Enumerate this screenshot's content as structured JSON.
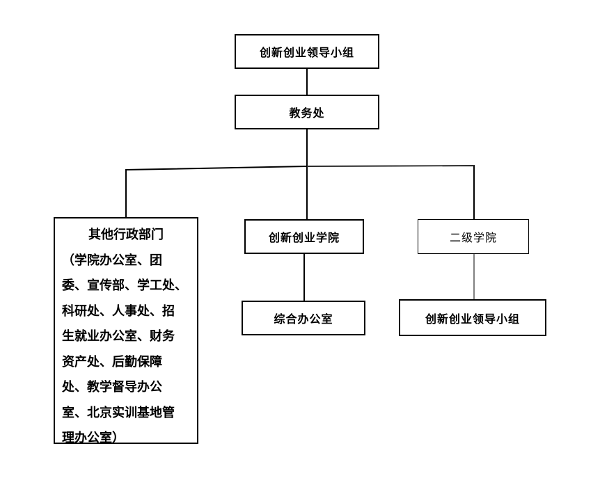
{
  "nodes": {
    "top": "创新创业领导小组",
    "jiaowu": "教务处",
    "other": {
      "title": "其他行政部门",
      "lines": [
        "（学院办公室、团",
        "委、宣传部、学工处、",
        "科研处、人事处、招",
        "生就业办公室、财务",
        "资产处、后勤保障",
        "处、教学督导办公",
        "室、北京实训基地管",
        "理办公室）"
      ]
    },
    "chuangxin_xueyuan": "创新创业学院",
    "erji": "二级学院",
    "zonghe": "综合办公室",
    "erji_leader": "创新创业领导小组"
  }
}
